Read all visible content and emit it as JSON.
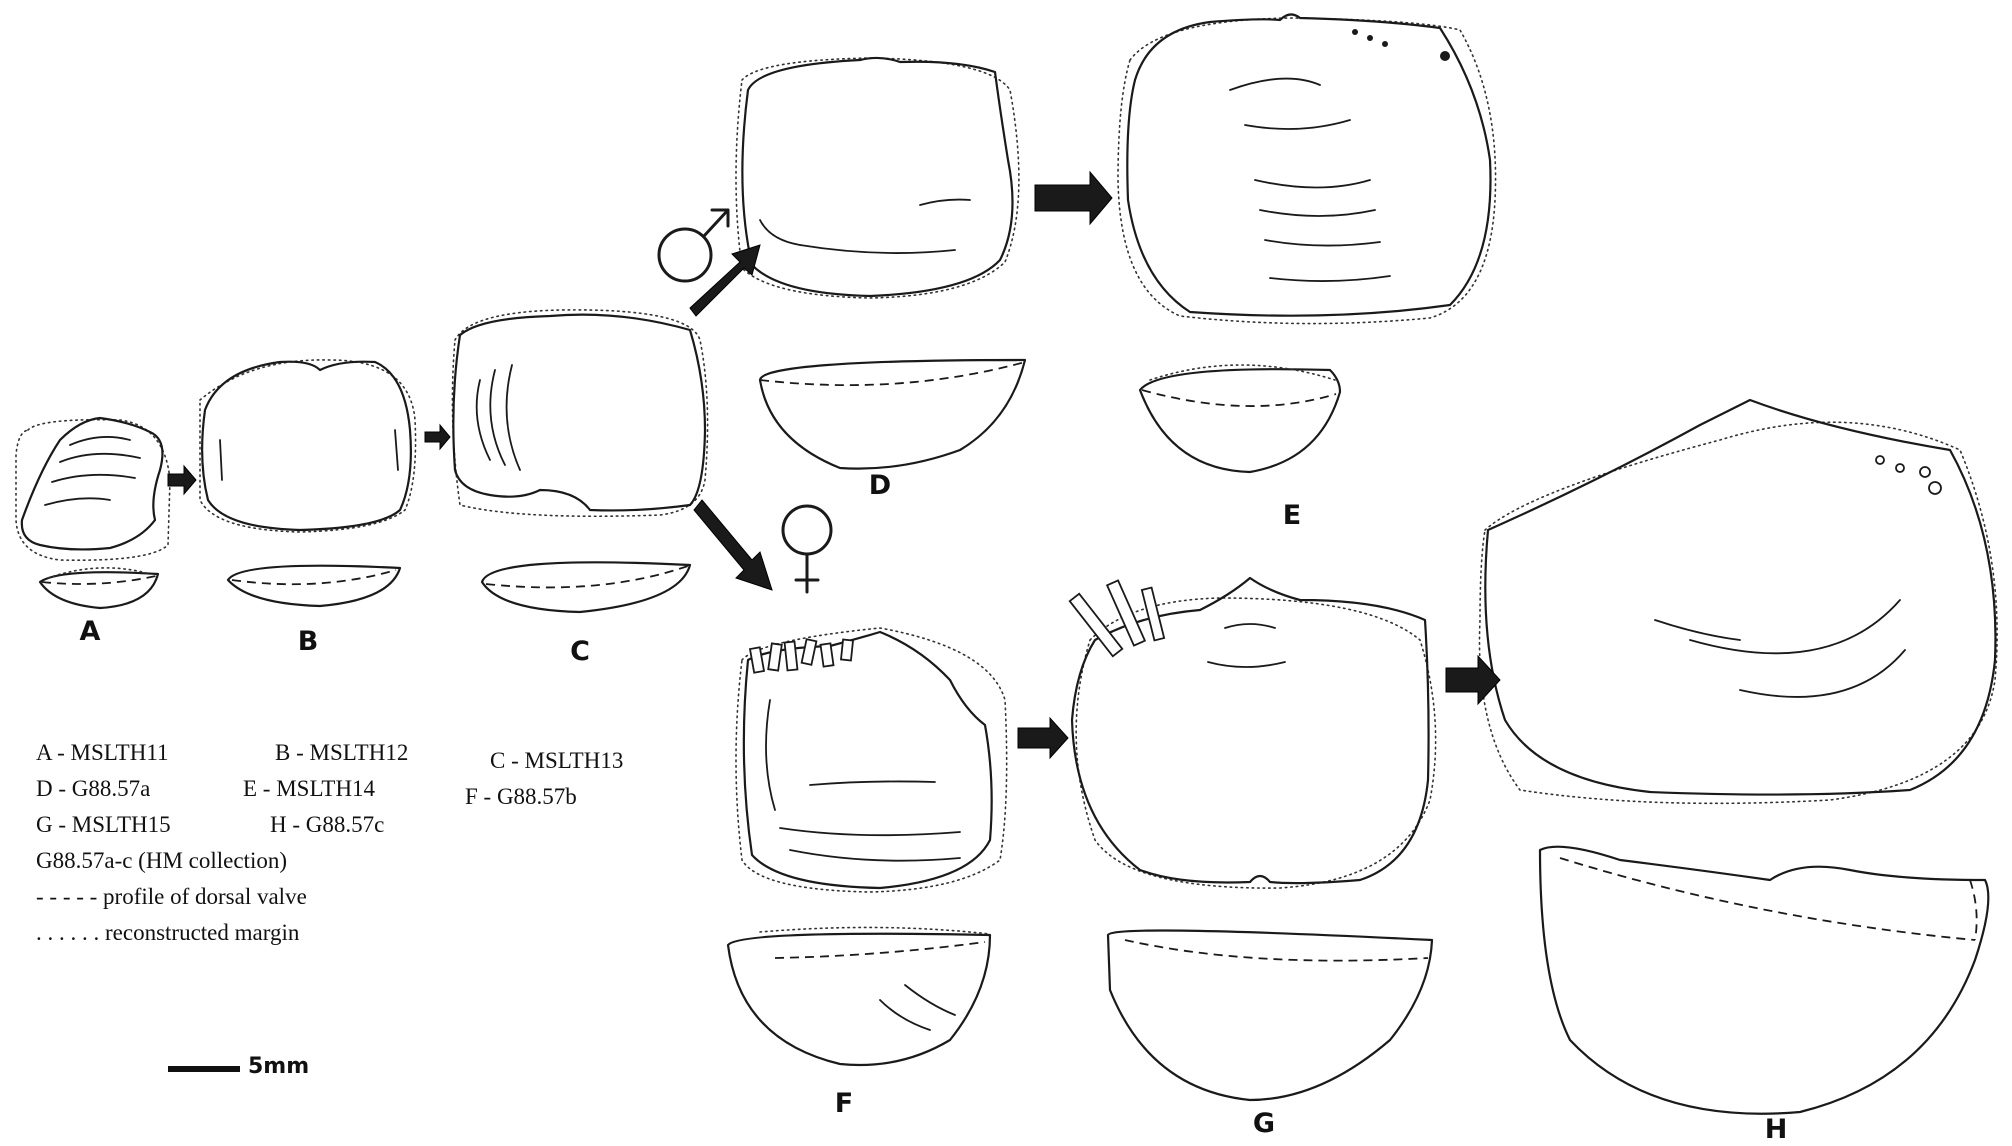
{
  "figure_labels": {
    "A": "A",
    "B": "B",
    "C": "C",
    "D": "D",
    "E": "E",
    "F": "F",
    "G": "G",
    "H": "H"
  },
  "legend": {
    "row1": [
      "A - MSLTH11",
      "B - MSLTH12",
      "C - MSLTH13"
    ],
    "row2": [
      "D - G88.57a",
      "E - MSLTH14",
      "F - G88.57b"
    ],
    "row3": [
      "G - MSLTH15",
      "H - G88.57c"
    ],
    "collection_note": "G88.57a-c (HM collection)",
    "dashed_line": "- - - - - profile of dorsal valve",
    "dotted_line": ". . . . . . reconstructed margin"
  },
  "scale_bar": {
    "label": "5mm"
  },
  "symbols": {
    "male": "male-symbol",
    "female": "female-symbol",
    "arrow": "growth-arrow"
  },
  "colors": {
    "ink": "#1a1a1a",
    "background": "#ffffff"
  }
}
